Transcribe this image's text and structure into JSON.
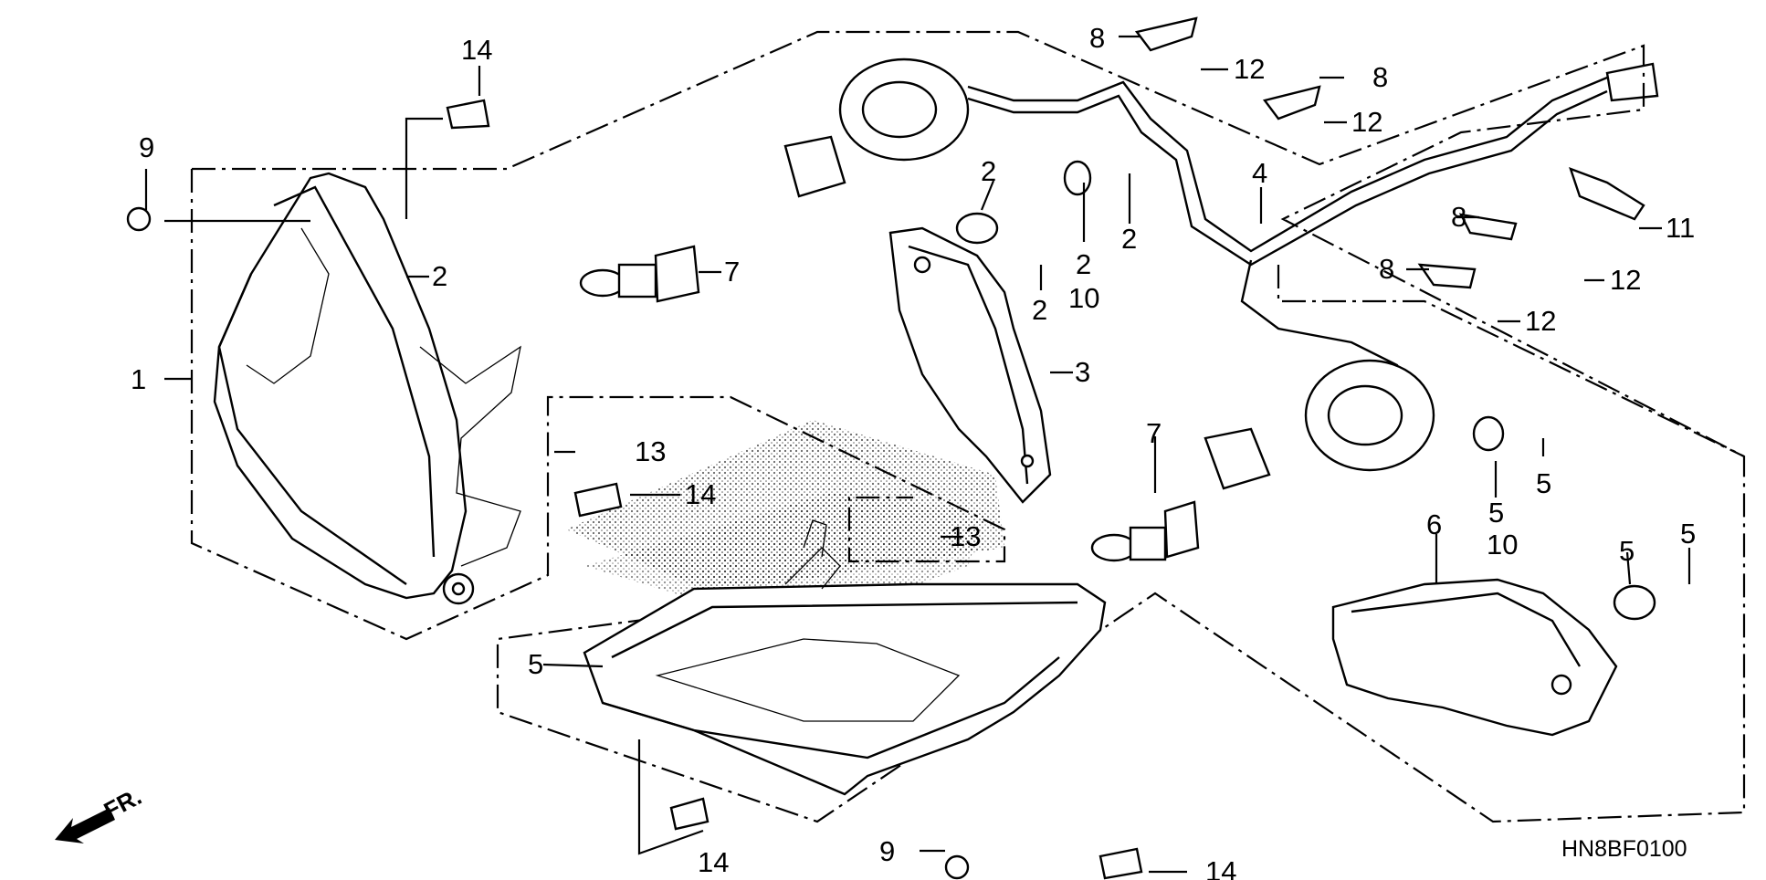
{
  "diagram": {
    "drawing_code": "HN8BF0100",
    "direction_label": "FR.",
    "callouts": {
      "c1": "1",
      "c2a": "2",
      "c2b": "2",
      "c2c": "2",
      "c2d": "2",
      "c2e": "2",
      "c3": "3",
      "c4": "4",
      "c5a": "5",
      "c5b": "5",
      "c5c": "5",
      "c5d": "5",
      "c5e": "5",
      "c6": "6",
      "c7a": "7",
      "c7b": "7",
      "c8a": "8",
      "c8b": "8",
      "c8c": "8",
      "c8d": "8",
      "c9a": "9",
      "c9b": "9",
      "c10a": "10",
      "c10b": "10",
      "c11": "11",
      "c12a": "12",
      "c12b": "12",
      "c12c": "12",
      "c12d": "12",
      "c13a": "13",
      "c13b": "13",
      "c14a": "14",
      "c14b": "14",
      "c14c": "14",
      "c14d": "14"
    }
  }
}
